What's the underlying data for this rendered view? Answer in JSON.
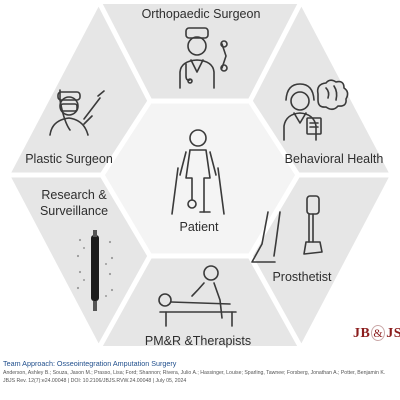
{
  "diagram": {
    "segments": {
      "top": "Orthopaedic Surgeon",
      "upper_left": "Plastic Surgeon",
      "upper_right": "Behavioral Health",
      "lower_left_line1": "Research &",
      "lower_left_line2": "Surveillance",
      "lower_right": "Prosthetist",
      "bottom": "PM&R &Therapists"
    },
    "center": "Patient",
    "colors": {
      "segment_fill": "#e6e6e6",
      "center_fill": "#f4f4f4",
      "divider": "#ffffff",
      "icon": "#3a3a3a"
    }
  },
  "logo": {
    "left": "JB",
    "amp": "&",
    "right": "JS"
  },
  "footer": {
    "title": "Team Approach: Osseointegration Amputation Surgery",
    "authors": "Anderson, Ashley B.; Souza, Jason M.; Prasso, Lisa; Ford; Shannon; Rivera, Julio A.; Hassinger, Louise; Sparling, Tawnee; Forsberg, Jonathan A.; Potter, Benjamin K.",
    "citation": "JBJS Rev. 12(7):e24.00048 | DOI: 10.2106/JBJS.RVW.24.00048 | July 05, 2024"
  }
}
